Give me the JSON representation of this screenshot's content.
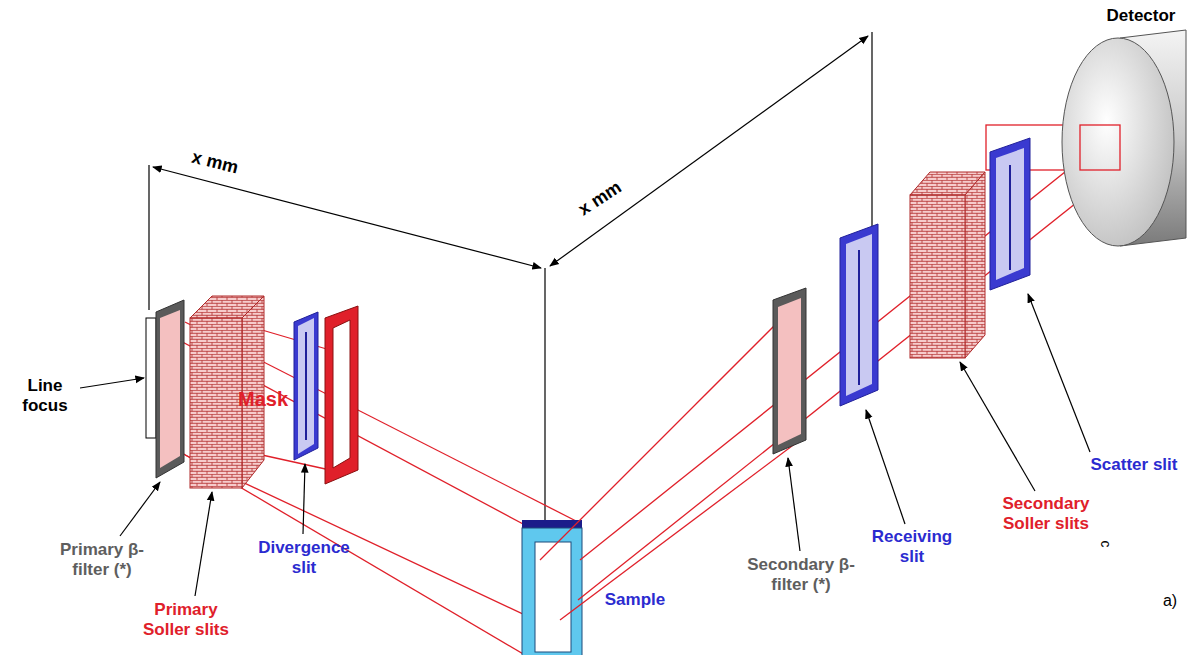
{
  "diagram": {
    "labels": [
      "Detector",
      "x mm",
      "x mm",
      "Line focus",
      "Mask",
      "Scatter slit",
      "Secondary Soller slits",
      "Receiving slit",
      "Primary β-filter (*)",
      "Divergence slit",
      "Secondary β-filter (*)",
      "Sample",
      "a)",
      "Primary Soller slits",
      "c"
    ]
  }
}
